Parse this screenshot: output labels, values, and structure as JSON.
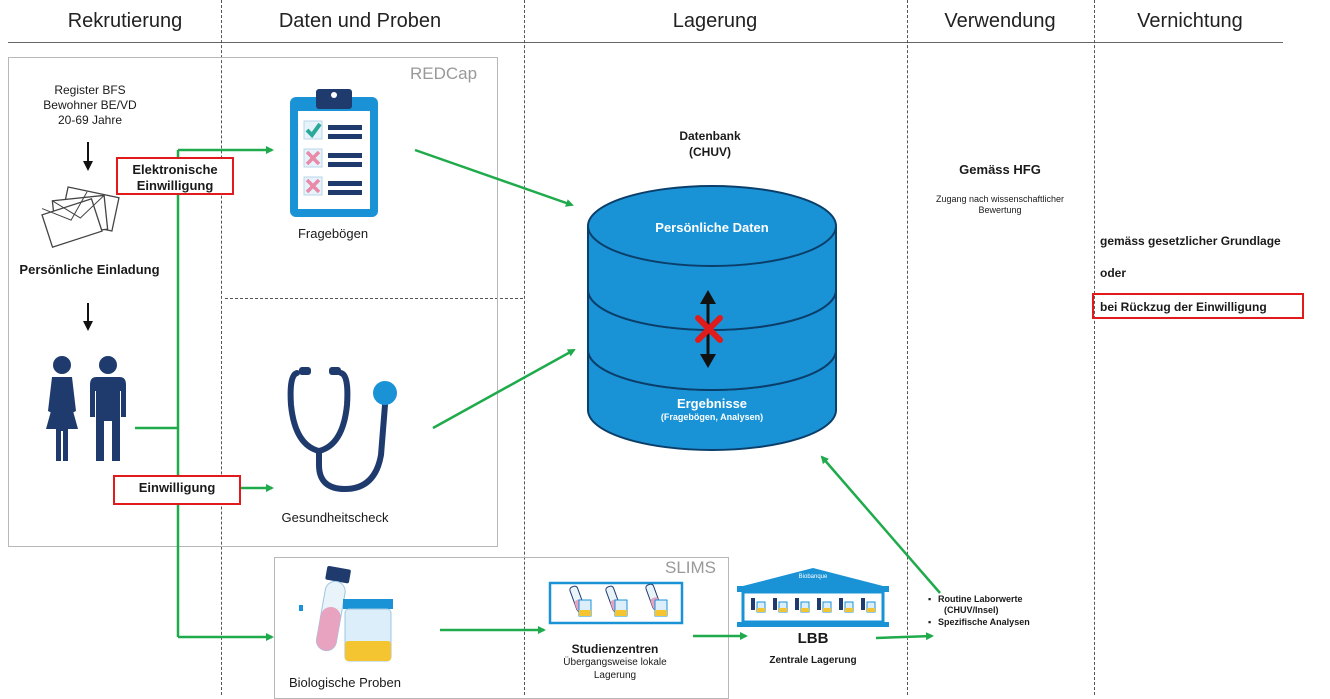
{
  "columns": [
    "Rekrutierung",
    "Daten und Proben",
    "Lagerung",
    "Verwendung",
    "Vernichtung"
  ],
  "systems": {
    "redcap": "REDCap",
    "slims": "SLIMS"
  },
  "recruitment": {
    "register_line1": "Register BFS",
    "register_line2": "Bewohner BE/VD",
    "register_line3": "20-69 Jahre",
    "invitation": "Persönliche Einladung"
  },
  "consent": {
    "electronic_line1": "Elektronische",
    "electronic_line2": "Einwilligung",
    "paper": "Einwilligung"
  },
  "data_samples": {
    "questionnaires": "Fragebögen",
    "health_check": "Gesundheitscheck",
    "bio_samples": "Biologische Proben"
  },
  "database": {
    "title_line1": "Datenbank",
    "title_line2": "(CHUV)",
    "personal": "Persönliche Daten",
    "results": "Ergebnisse",
    "results_sub": "(Fragebögen, Analysen)"
  },
  "storage": {
    "study_centers": "Studienzentren",
    "study_centers_sub1": "Übergangsweise lokale",
    "study_centers_sub2": "Lagerung",
    "lbb_sign": "Biobanque",
    "lbb": "LBB",
    "lbb_sub": "Zentrale Lagerung"
  },
  "usage": {
    "title": "Gemäss HFG",
    "sub1": "Zugang nach wissenschaftlicher",
    "sub2": "Bewertung",
    "bullet1_line1": "Routine Laborwerte",
    "bullet1_line2": "(CHUV/Insel)",
    "bullet2": "Spezifische Analysen"
  },
  "destruction": {
    "line1": "gemäss gesetzlicher Grundlage",
    "line2": "oder",
    "line3": "bei Rückzug der Einwilligung"
  },
  "colors": {
    "arrow": "#1faa4b",
    "db": "#1a93d6",
    "db_dark": "#0b3f6b",
    "red": "#e11b1b",
    "navy": "#1f3b6e"
  }
}
